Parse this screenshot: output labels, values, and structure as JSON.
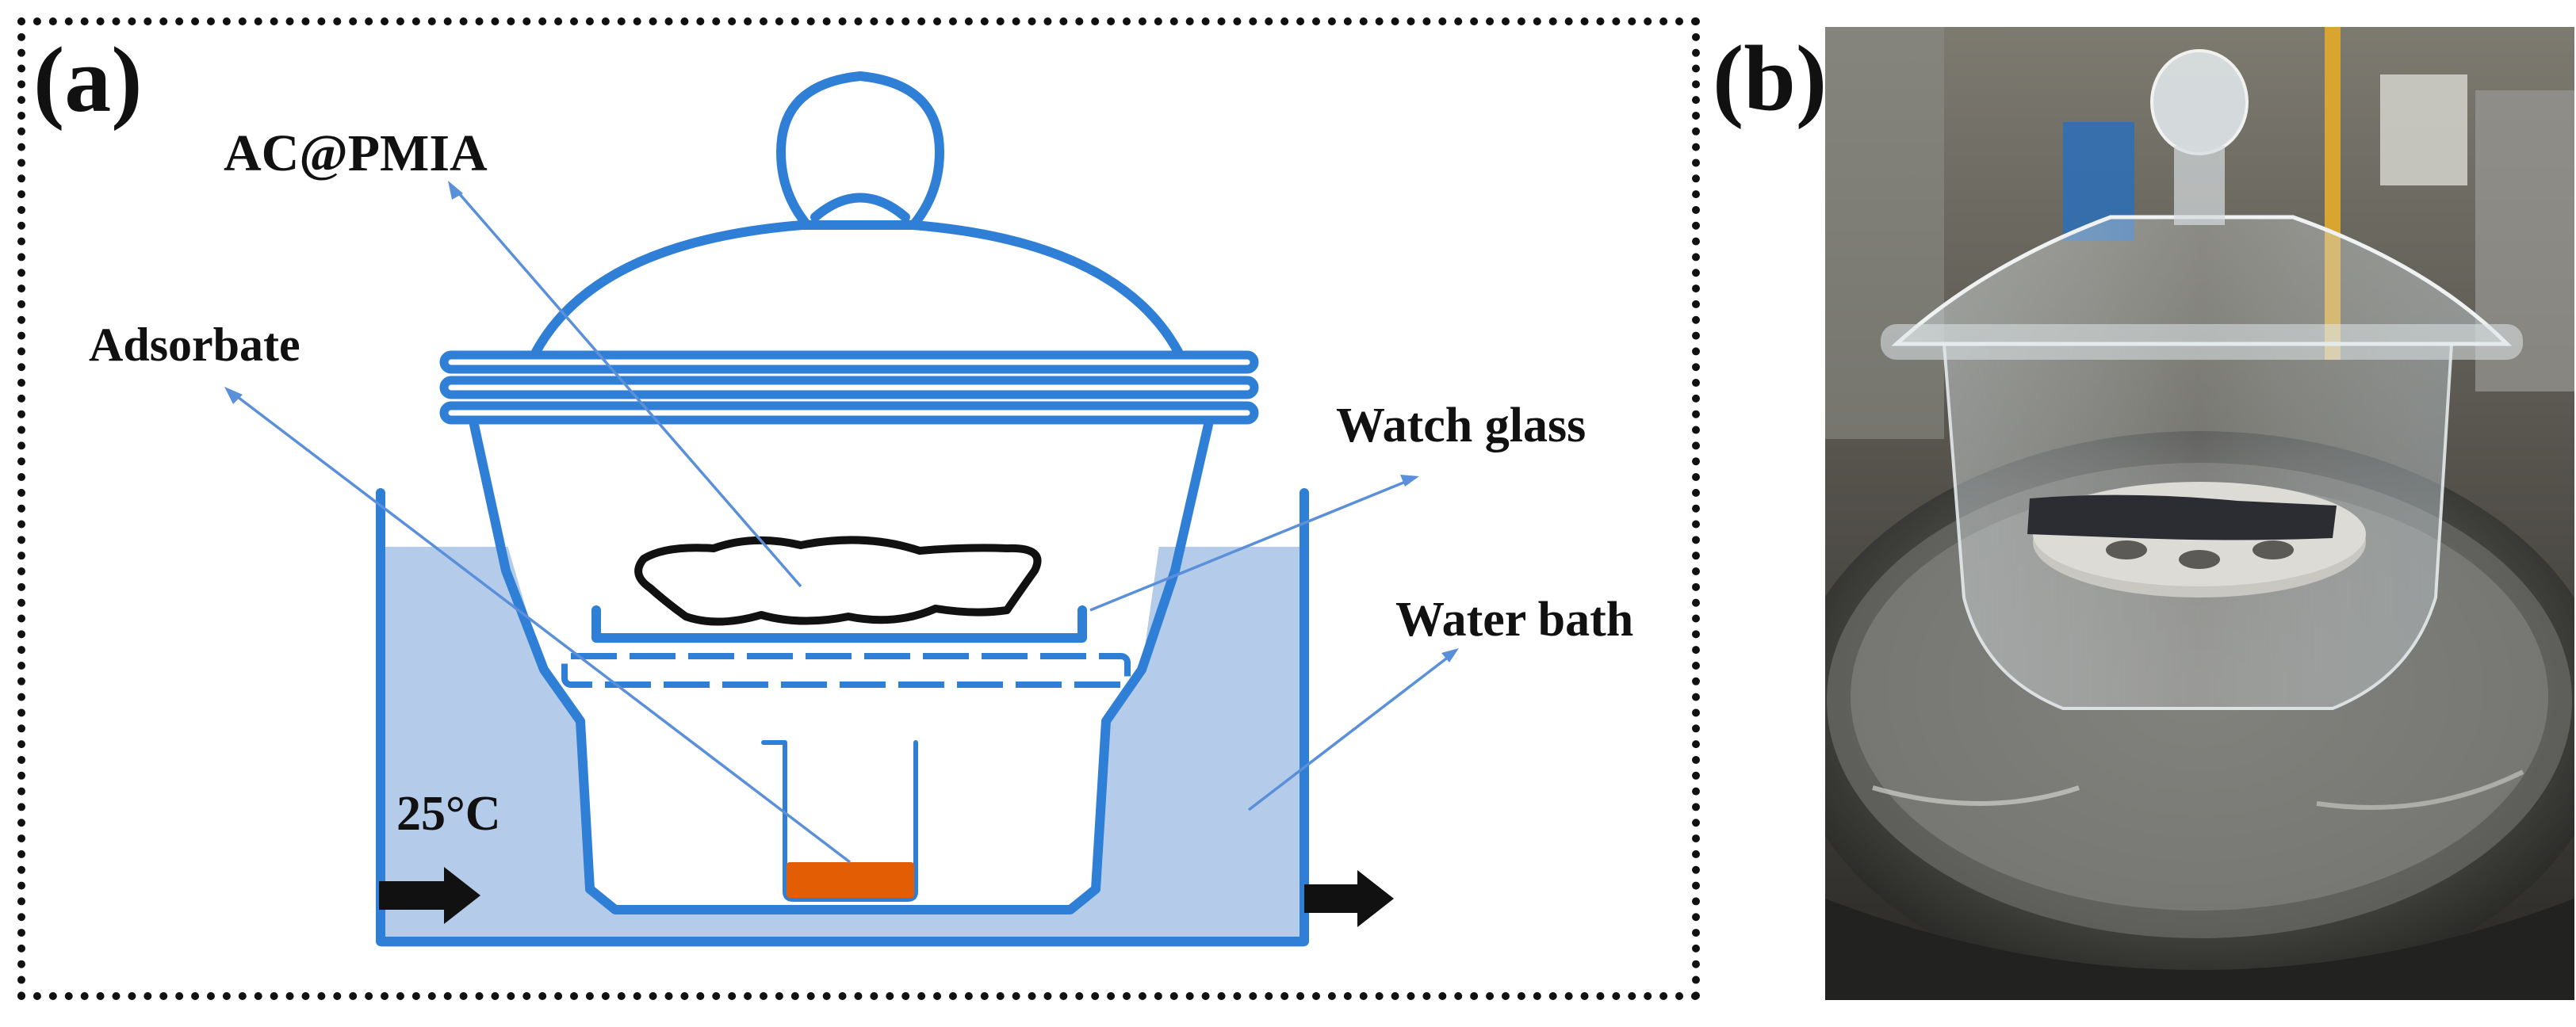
{
  "panels": {
    "a": {
      "label": "(a)",
      "labels": {
        "ac_pmia": "AC@PMIA",
        "adsorbate": "Adsorbate",
        "watch_glass": "Watch glass",
        "water_bath": "Water bath",
        "temperature": "25°C"
      }
    },
    "b": {
      "label": "(b)"
    }
  },
  "colors": {
    "vessel_blue": "#2f7fd6",
    "water_fill": "#b4cbea",
    "pointer_line": "#5a8fd9",
    "adsorbate_orange": "#e35d04",
    "arrow_black": "#111111"
  }
}
